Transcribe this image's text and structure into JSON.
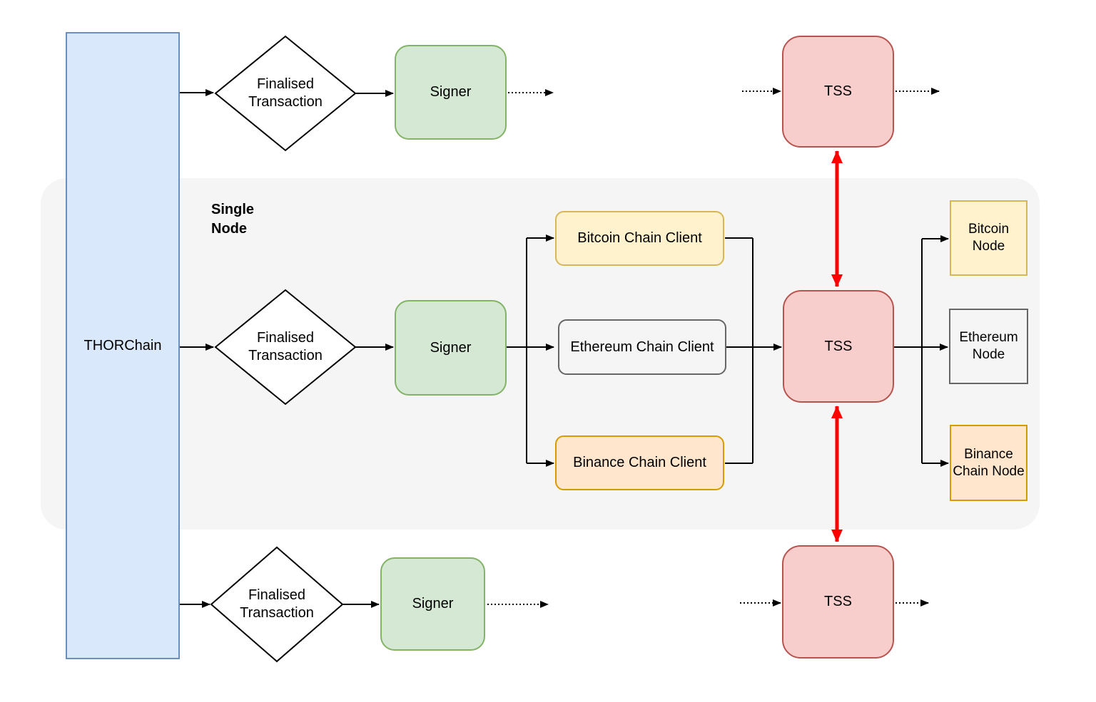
{
  "colors": {
    "page_bg": "#ffffff",
    "container_fill": "#f5f5f5",
    "blue_fill": "#dae8fc",
    "blue_stroke": "#6c8ebf",
    "green_fill": "#d5e8d4",
    "green_stroke": "#82b366",
    "yellow_fill": "#fff2cc",
    "yellow_stroke": "#d6b656",
    "orange_fill": "#ffe6cc",
    "orange_stroke": "#d79b00",
    "red_fill": "#f8cecc",
    "red_stroke": "#b85450",
    "gray_fill": "#f5f5f5",
    "gray_stroke": "#666666",
    "line": "#000000",
    "red_line": "#ff0000",
    "text": "#000000"
  },
  "container": {
    "label": "Single\nNode"
  },
  "thorchain": {
    "label": "THORChain"
  },
  "diamonds": {
    "top": "Finalised Transaction",
    "middle": "Finalised Transaction",
    "bottom": "Finalised Transaction"
  },
  "signers": {
    "top": "Signer",
    "middle": "Signer",
    "bottom": "Signer"
  },
  "clients": {
    "bitcoin": "Bitcoin Chain Client",
    "ethereum": "Ethereum Chain Client",
    "binance": "Binance Chain Client"
  },
  "tss": {
    "top": "TSS",
    "middle": "TSS",
    "bottom": "TSS"
  },
  "nodes": {
    "bitcoin": "Bitcoin Node",
    "ethereum": "Ethereum Node",
    "binance": "Binance Chain Node"
  }
}
